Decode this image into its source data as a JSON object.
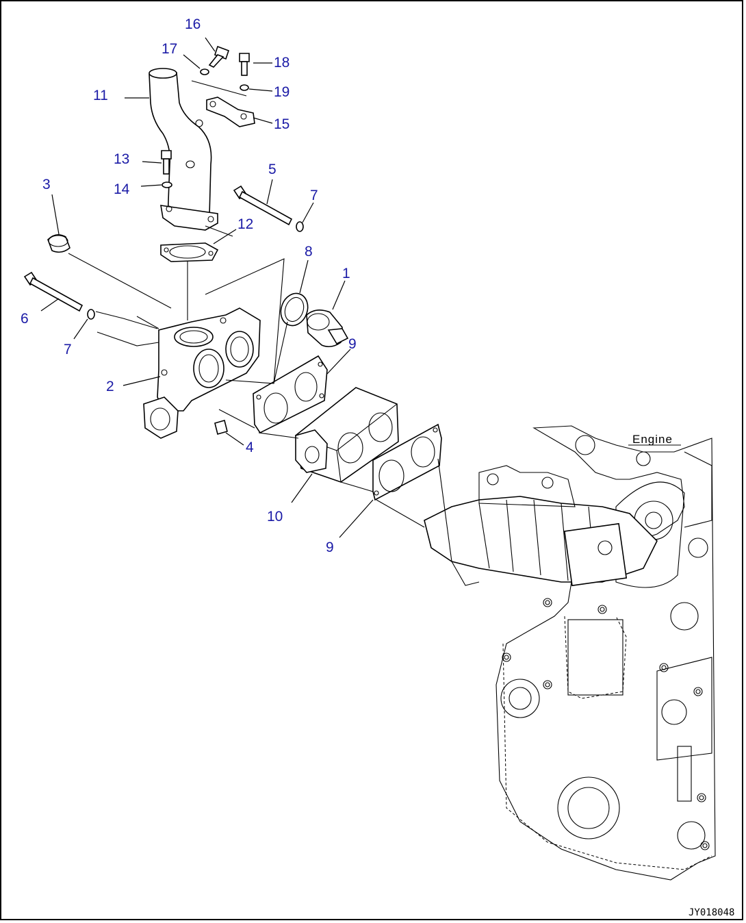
{
  "diagram": {
    "drawing_id": "JY018048",
    "reference_label": "Engine",
    "callouts": [
      {
        "id": "c16",
        "text": "16"
      },
      {
        "id": "c17",
        "text": "17"
      },
      {
        "id": "c18",
        "text": "18"
      },
      {
        "id": "c19",
        "text": "19"
      },
      {
        "id": "c11",
        "text": "11"
      },
      {
        "id": "c15",
        "text": "15"
      },
      {
        "id": "c13",
        "text": "13"
      },
      {
        "id": "c14",
        "text": "14"
      },
      {
        "id": "c3",
        "text": "3"
      },
      {
        "id": "c5",
        "text": "5"
      },
      {
        "id": "c7a",
        "text": "7"
      },
      {
        "id": "c12",
        "text": "12"
      },
      {
        "id": "c8",
        "text": "8"
      },
      {
        "id": "c1",
        "text": "1"
      },
      {
        "id": "c6",
        "text": "6"
      },
      {
        "id": "c7b",
        "text": "7"
      },
      {
        "id": "c9a",
        "text": "9"
      },
      {
        "id": "c2",
        "text": "2"
      },
      {
        "id": "c4",
        "text": "4"
      },
      {
        "id": "c10",
        "text": "10"
      },
      {
        "id": "c9b",
        "text": "9"
      }
    ],
    "colors": {
      "callout": "#1a1aa6",
      "line": "#000000"
    }
  }
}
